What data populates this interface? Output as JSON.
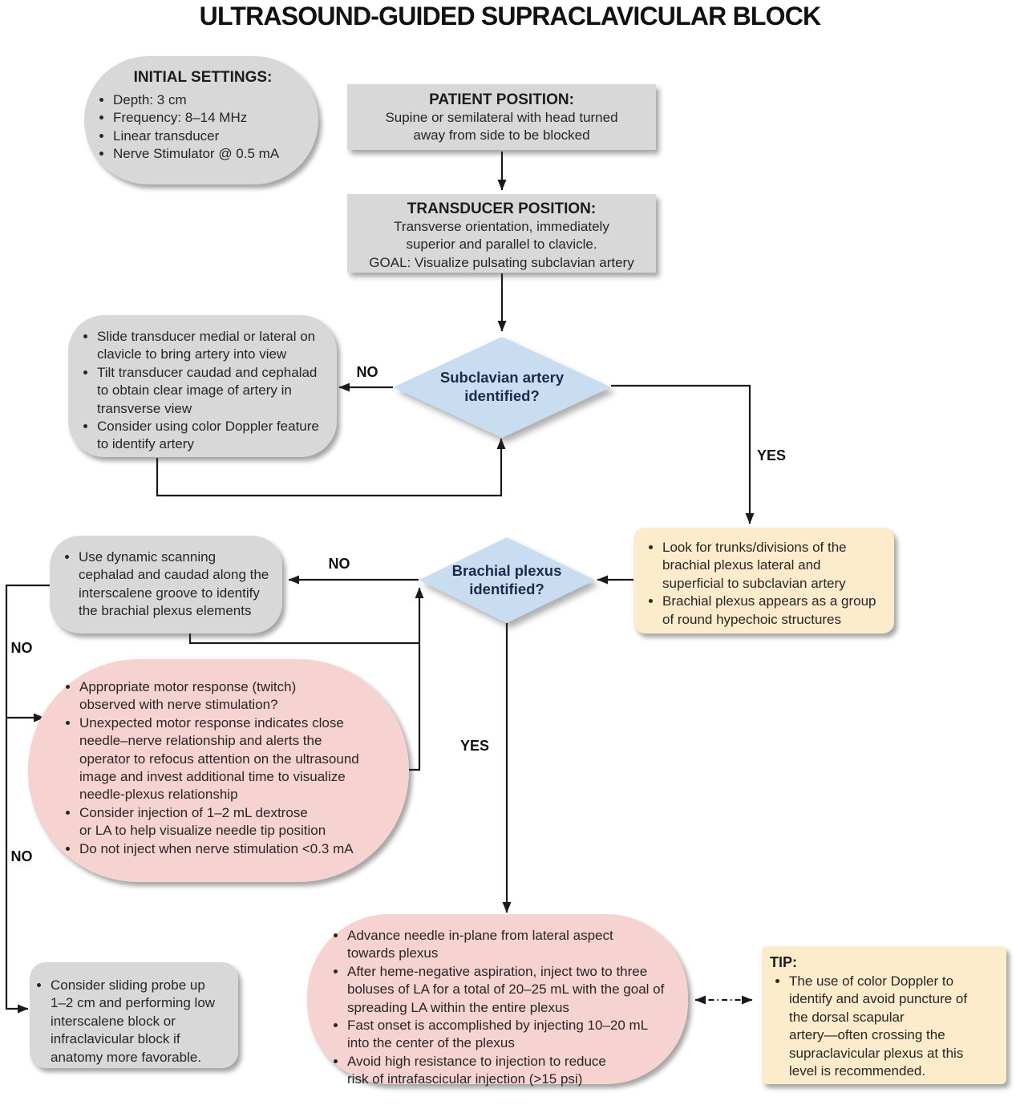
{
  "title": "ULTRASOUND-GUIDED SUPRACLAVICULAR BLOCK",
  "labels": {
    "no_artery": "NO",
    "yes_artery": "YES",
    "no_plexus": "NO",
    "yes_plexus": "YES",
    "no_dynamic": "NO",
    "no_stimulation": "NO"
  },
  "nodes": {
    "initial_settings": {
      "heading": "INITIAL SETTINGS:",
      "bullets": [
        "Depth: 3 cm",
        "Frequency: 8–14 MHz",
        "Linear transducer",
        "Nerve Stimulator @ 0.5 mA"
      ]
    },
    "patient_position": {
      "heading": "PATIENT POSITION:",
      "body": "Supine or semilateral with head turned\naway from side to be blocked"
    },
    "transducer_position": {
      "heading": "TRANSDUCER POSITION:",
      "body": "Transverse orientation, immediately\nsuperior and parallel to clavicle.\nGOAL: Visualize pulsating subclavian artery"
    },
    "decision_subclavian_artery": {
      "question": "Subclavian artery\nidentified?"
    },
    "troubleshoot_artery": {
      "bullets": [
        "Slide transducer medial or lateral on\nclavicle to bring artery into view",
        "Tilt transducer caudad and cephalad\nto obtain clear image of artery in\ntransverse view",
        "Consider using color Doppler feature\nto identify artery"
      ]
    },
    "plexus_landmarks": {
      "bullets": [
        "Look for trunks/divisions of the\nbrachial plexus lateral and\nsuperficial to subclavian artery",
        "Brachial plexus appears as a group\nof round hypechoic structures"
      ]
    },
    "decision_brachial_plexus": {
      "question": "Brachial plexus\nidentified?"
    },
    "dynamic_scanning": {
      "bullets": [
        "Use dynamic scanning\ncephalad and caudad along the\ninterscalene groove to identify\nthe brachial plexus elements"
      ]
    },
    "nerve_stimulation": {
      "bullets": [
        "Appropriate motor response (twitch)\nobserved with nerve stimulation?",
        "Unexpected motor response indicates close\nneedle–nerve relationship and alerts the\noperator to refocus attention on the ultrasound\nimage and invest additional time to visualize\nneedle-plexus relationship",
        "Consider injection of 1–2 mL dextrose\nor LA to help visualize needle tip position",
        "Do not inject when nerve stimulation <0.3 mA"
      ]
    },
    "injection_technique": {
      "bullets": [
        "Advance needle in-plane from lateral aspect\ntowards plexus",
        "After heme-negative aspiration, inject two to three\nboluses of LA for a total of 20–25 mL with the goal of\nspreading LA within the entire plexus",
        "Fast onset is accomplished by injecting 10–20 mL\ninto the center of the plexus",
        "Avoid high resistance to injection to reduce\nrisk of intrafascicular injection (>15 psi)"
      ]
    },
    "fallback_blocks": {
      "bullets": [
        "Consider sliding probe up\n1–2 cm and performing low\ninterscalene block or\ninfraclavicular block if\nanatomy more favorable."
      ]
    },
    "tip": {
      "heading": "TIP:",
      "bullets": [
        "The use of color Doppler to\nidentify and avoid puncture of\nthe dorsal scapular\nartery—often crossing the\nsupraclavicular plexus at this\nlevel is recommended."
      ]
    }
  },
  "colors": {
    "process_gray": "#d8d8d8",
    "decision_blue": "#c9ddf1",
    "info_cream": "#fceccb",
    "action_pink": "#f6d3d0",
    "line_black": "#1a1a1a",
    "decision_text": "#1c2b4a"
  }
}
